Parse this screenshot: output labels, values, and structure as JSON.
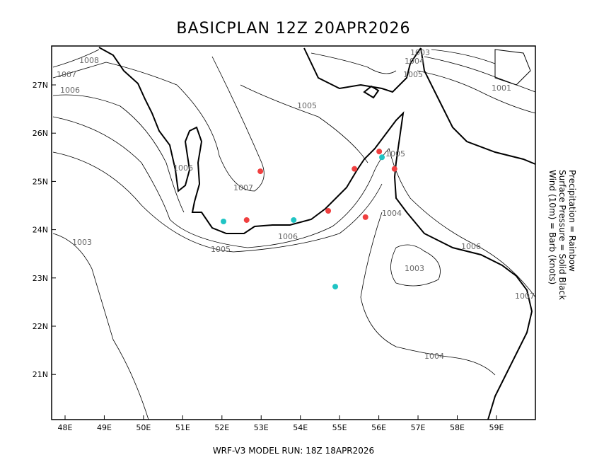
{
  "title": "BASICPLAN 12Z 20APR2026",
  "footer": "WRF-V3 MODEL RUN: 18Z 18APR2026",
  "legend": [
    "Precipitation = Rainbow",
    "Surface Pressure = Solid Black",
    "Wind (10m) = Barb (knots)"
  ],
  "lon_ticks": [
    "48E",
    "49E",
    "50E",
    "51E",
    "52E",
    "53E",
    "54E",
    "55E",
    "56E",
    "57E",
    "58E",
    "59E"
  ],
  "lat_ticks": [
    "27N",
    "26N",
    "25N",
    "24N",
    "23N",
    "22N",
    "21N"
  ],
  "contour_labels": [
    "1008",
    "1007",
    "1006",
    "1005",
    "1003",
    "1004",
    "1005",
    "1001",
    "1006",
    "1007",
    "1005",
    "1006",
    "1005",
    "1004",
    "1006",
    "1003",
    "1004",
    "1007",
    "1003"
  ],
  "colors": {
    "red": "#f04040",
    "cyan": "#20c4c4"
  },
  "markers": [
    {
      "color": "red",
      "lon": 52.98,
      "lat": 25.21
    },
    {
      "color": "red",
      "lon": 52.63,
      "lat": 24.2
    },
    {
      "color": "red",
      "lon": 54.71,
      "lat": 24.39
    },
    {
      "color": "red",
      "lon": 55.38,
      "lat": 25.26
    },
    {
      "color": "red",
      "lon": 55.66,
      "lat": 24.26
    },
    {
      "color": "red",
      "lon": 56.01,
      "lat": 25.62
    },
    {
      "color": "red",
      "lon": 56.4,
      "lat": 25.26
    },
    {
      "color": "cyan",
      "lon": 52.04,
      "lat": 24.17
    },
    {
      "color": "cyan",
      "lon": 53.83,
      "lat": 24.2
    },
    {
      "color": "cyan",
      "lon": 56.08,
      "lat": 25.5
    },
    {
      "color": "cyan",
      "lon": 54.89,
      "lat": 22.82
    }
  ]
}
